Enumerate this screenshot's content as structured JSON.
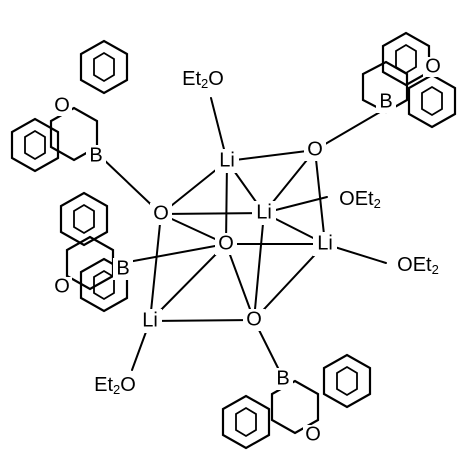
{
  "molecule": {
    "atoms": {
      "li_top": "Li",
      "li_mid": "Li",
      "li_right": "Li",
      "li_left": "Li",
      "o_top_right": "O",
      "o_left": "O",
      "o_center": "O",
      "o_bottom": "O"
    },
    "ligand_atoms": {
      "boron": "B",
      "ring_oxygen": "O"
    },
    "ether_ligands": {
      "top": {
        "prefix": "Et",
        "subscript": "2",
        "suffix": "O"
      },
      "mid_right": {
        "prefix": "OEt",
        "subscript": "2",
        "suffix": ""
      },
      "right": {
        "prefix": "OEt",
        "subscript": "2",
        "suffix": ""
      },
      "bottom_left": {
        "prefix": "Et",
        "subscript": "2",
        "suffix": "O"
      }
    }
  }
}
